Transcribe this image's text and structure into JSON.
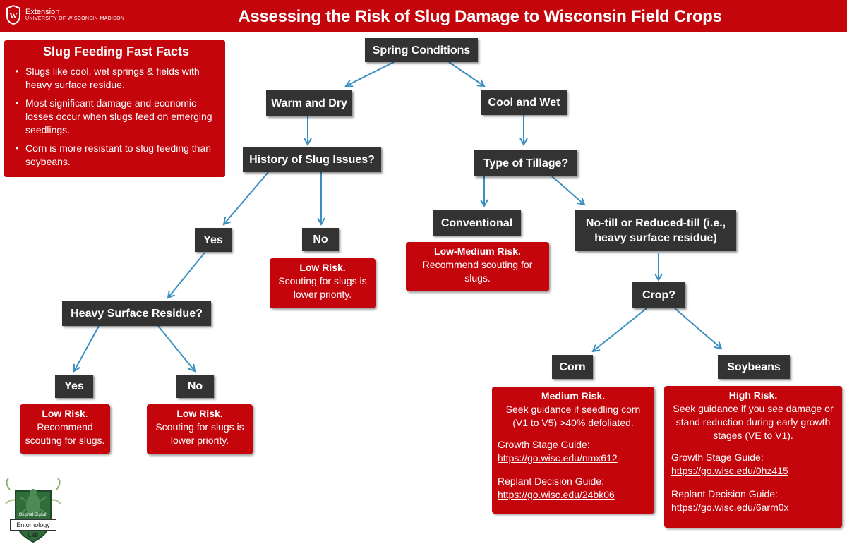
{
  "header": {
    "logo_line1": "Extension",
    "logo_line2": "UNIVERSITY OF WISCONSIN-MADISON",
    "title": "Assessing the Risk of Slug Damage to Wisconsin Field Crops"
  },
  "facts": {
    "title": "Slug Feeding Fast Facts",
    "items": [
      "Slugs like cool, wet springs & fields  with heavy surface residue.",
      "Most significant damage and economic losses occur when slugs feed on emerging seedlings.",
      "Corn is more resistant to slug feeding than soybeans."
    ]
  },
  "nodes": {
    "spring": "Spring Conditions",
    "warm_dry": "Warm and Dry",
    "cool_wet": "Cool and Wet",
    "history": "History of Slug Issues?",
    "tillage": "Type of Tillage?",
    "yes1": "Yes",
    "no1": "No",
    "conventional": "Conventional",
    "notill": "No-till or Reduced-till (i.e., heavy surface residue)",
    "heavy_residue": "Heavy Surface Residue?",
    "crop": "Crop?",
    "yes2": "Yes",
    "no2": "No",
    "corn": "Corn",
    "soybeans": "Soybeans"
  },
  "outcomes": {
    "low_no1": {
      "head": "Low Risk.",
      "text": "Scouting for slugs is lower priority."
    },
    "low_medium": {
      "head": "Low-Medium Risk.",
      "text": "Recommend scouting for slugs."
    },
    "low_yes2": {
      "head": "Low Risk",
      "dot": ".",
      "text": "Recommend scouting for slugs."
    },
    "low_no2": {
      "head": "Low Risk.",
      "text": "Scouting for slugs is lower priority."
    },
    "medium": {
      "head": "Medium Risk.",
      "text": "Seek guidance if seedling corn (V1 to V5) >40% defoliated.",
      "growth_label": "Growth Stage Guide:",
      "growth_link": "https://go.wisc.edu/nmx612",
      "replant_label": "Replant Decision Guide:",
      "replant_link": "https://go.wisc.edu/24bk06"
    },
    "high": {
      "head": "High Risk.",
      "text": "Seek guidance if you see damage or stand reduction during early growth stages (VE to V1).",
      "growth_label": "Growth Stage Guide:",
      "growth_link": "https://go.wisc.edu/0hz415",
      "replant_label": "Replant Decision Guide:",
      "replant_link": "https://go.wisc.edu/6arm0x"
    }
  },
  "lab": {
    "sub": "Original Digital",
    "name": "Entomology Lab"
  },
  "colors": {
    "red": "#c5050c",
    "node": "#333333",
    "arrow": "#3a8fc1"
  }
}
